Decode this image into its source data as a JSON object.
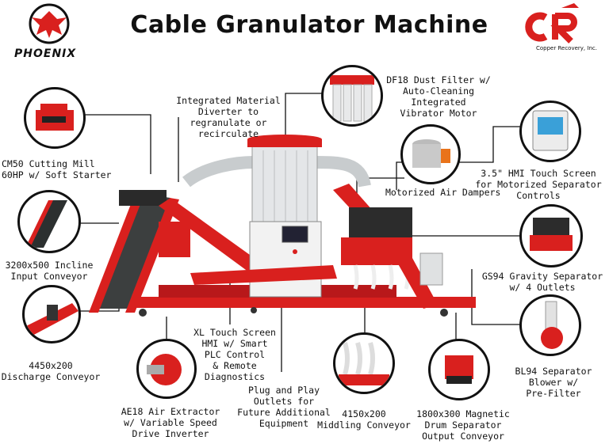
{
  "title": "Cable Granulator Machine",
  "brands": {
    "left_logo_text": "PHOENIX",
    "right_logo_letters": "CR",
    "right_logo_text": "Copper Recovery, Inc."
  },
  "colors": {
    "machine_red": "#d9201e",
    "outline": "#111111",
    "frame_grey": "#bfc3c6"
  },
  "labels": {
    "cm50": [
      "CM50 Cutting Mill",
      "60HP w/ Soft Starter"
    ],
    "material_diverter": [
      "Integrated Material",
      "Diverter to",
      "regranulate or",
      "recirculate"
    ],
    "df18": [
      "DF18 Dust Filter w/",
      "Auto-Cleaning",
      "Integrated",
      "Vibrator Motor"
    ],
    "hmi35": [
      "3.5\" HMI Touch Screen",
      "for Motorized Separator",
      "Controls"
    ],
    "air_dampers": [
      "Motorized Air Dampers"
    ],
    "incline_conveyor": [
      "3200x500  Incline",
      "Input Conveyor"
    ],
    "gs94": [
      "GS94 Gravity Separator",
      "w/ 4 Outlets"
    ],
    "discharge_conveyor": [
      "4450x200",
      "Discharge Conveyor"
    ],
    "xl_touch": [
      "XL Touch Screen",
      "HMI w/ Smart",
      "PLC Control",
      "& Remote",
      "Diagnostics"
    ],
    "bl94": [
      "BL94 Separator",
      "Blower w/",
      "Pre-Filter"
    ],
    "plug_play": [
      "Plug and Play",
      "Outlets for",
      "Future Additional",
      "Equipment"
    ],
    "ae18": [
      "AE18 Air Extractor",
      "w/ Variable Speed",
      "Drive Inverter"
    ],
    "middling": [
      "4150x200",
      "Middling Conveyor"
    ],
    "magnetic": [
      "1800x300 Magnetic",
      "Drum Separator",
      "Output Conveyor"
    ]
  }
}
